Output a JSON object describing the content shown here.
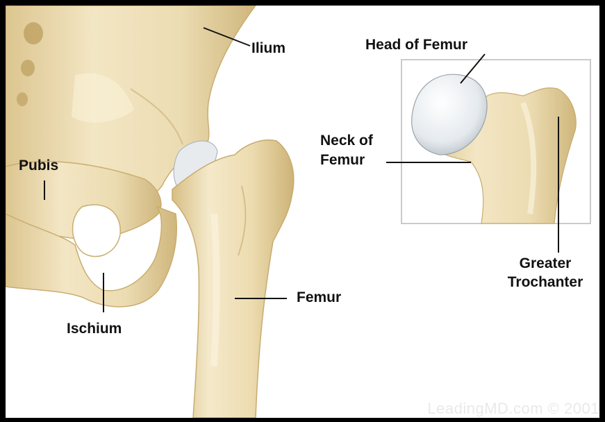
{
  "labels": {
    "ilium": "Ilium",
    "pubis": "Pubis",
    "ischium": "Ischium",
    "femur": "Femur",
    "head_of_femur": "Head of Femur",
    "neck_of_femur_1": "Neck of",
    "neck_of_femur_2": "Femur",
    "greater_trochanter_1": "Greater",
    "greater_trochanter_2": "Trochanter"
  },
  "watermark": "LeadingMD.com © 2001",
  "colors": {
    "bone": "#efe0b8",
    "bone_shade": "#d8c28a",
    "bone_light": "#faf3dd",
    "cartilage": "#e8ecef",
    "frame_border": "#000000",
    "inset_border": "#b9b9b9"
  }
}
